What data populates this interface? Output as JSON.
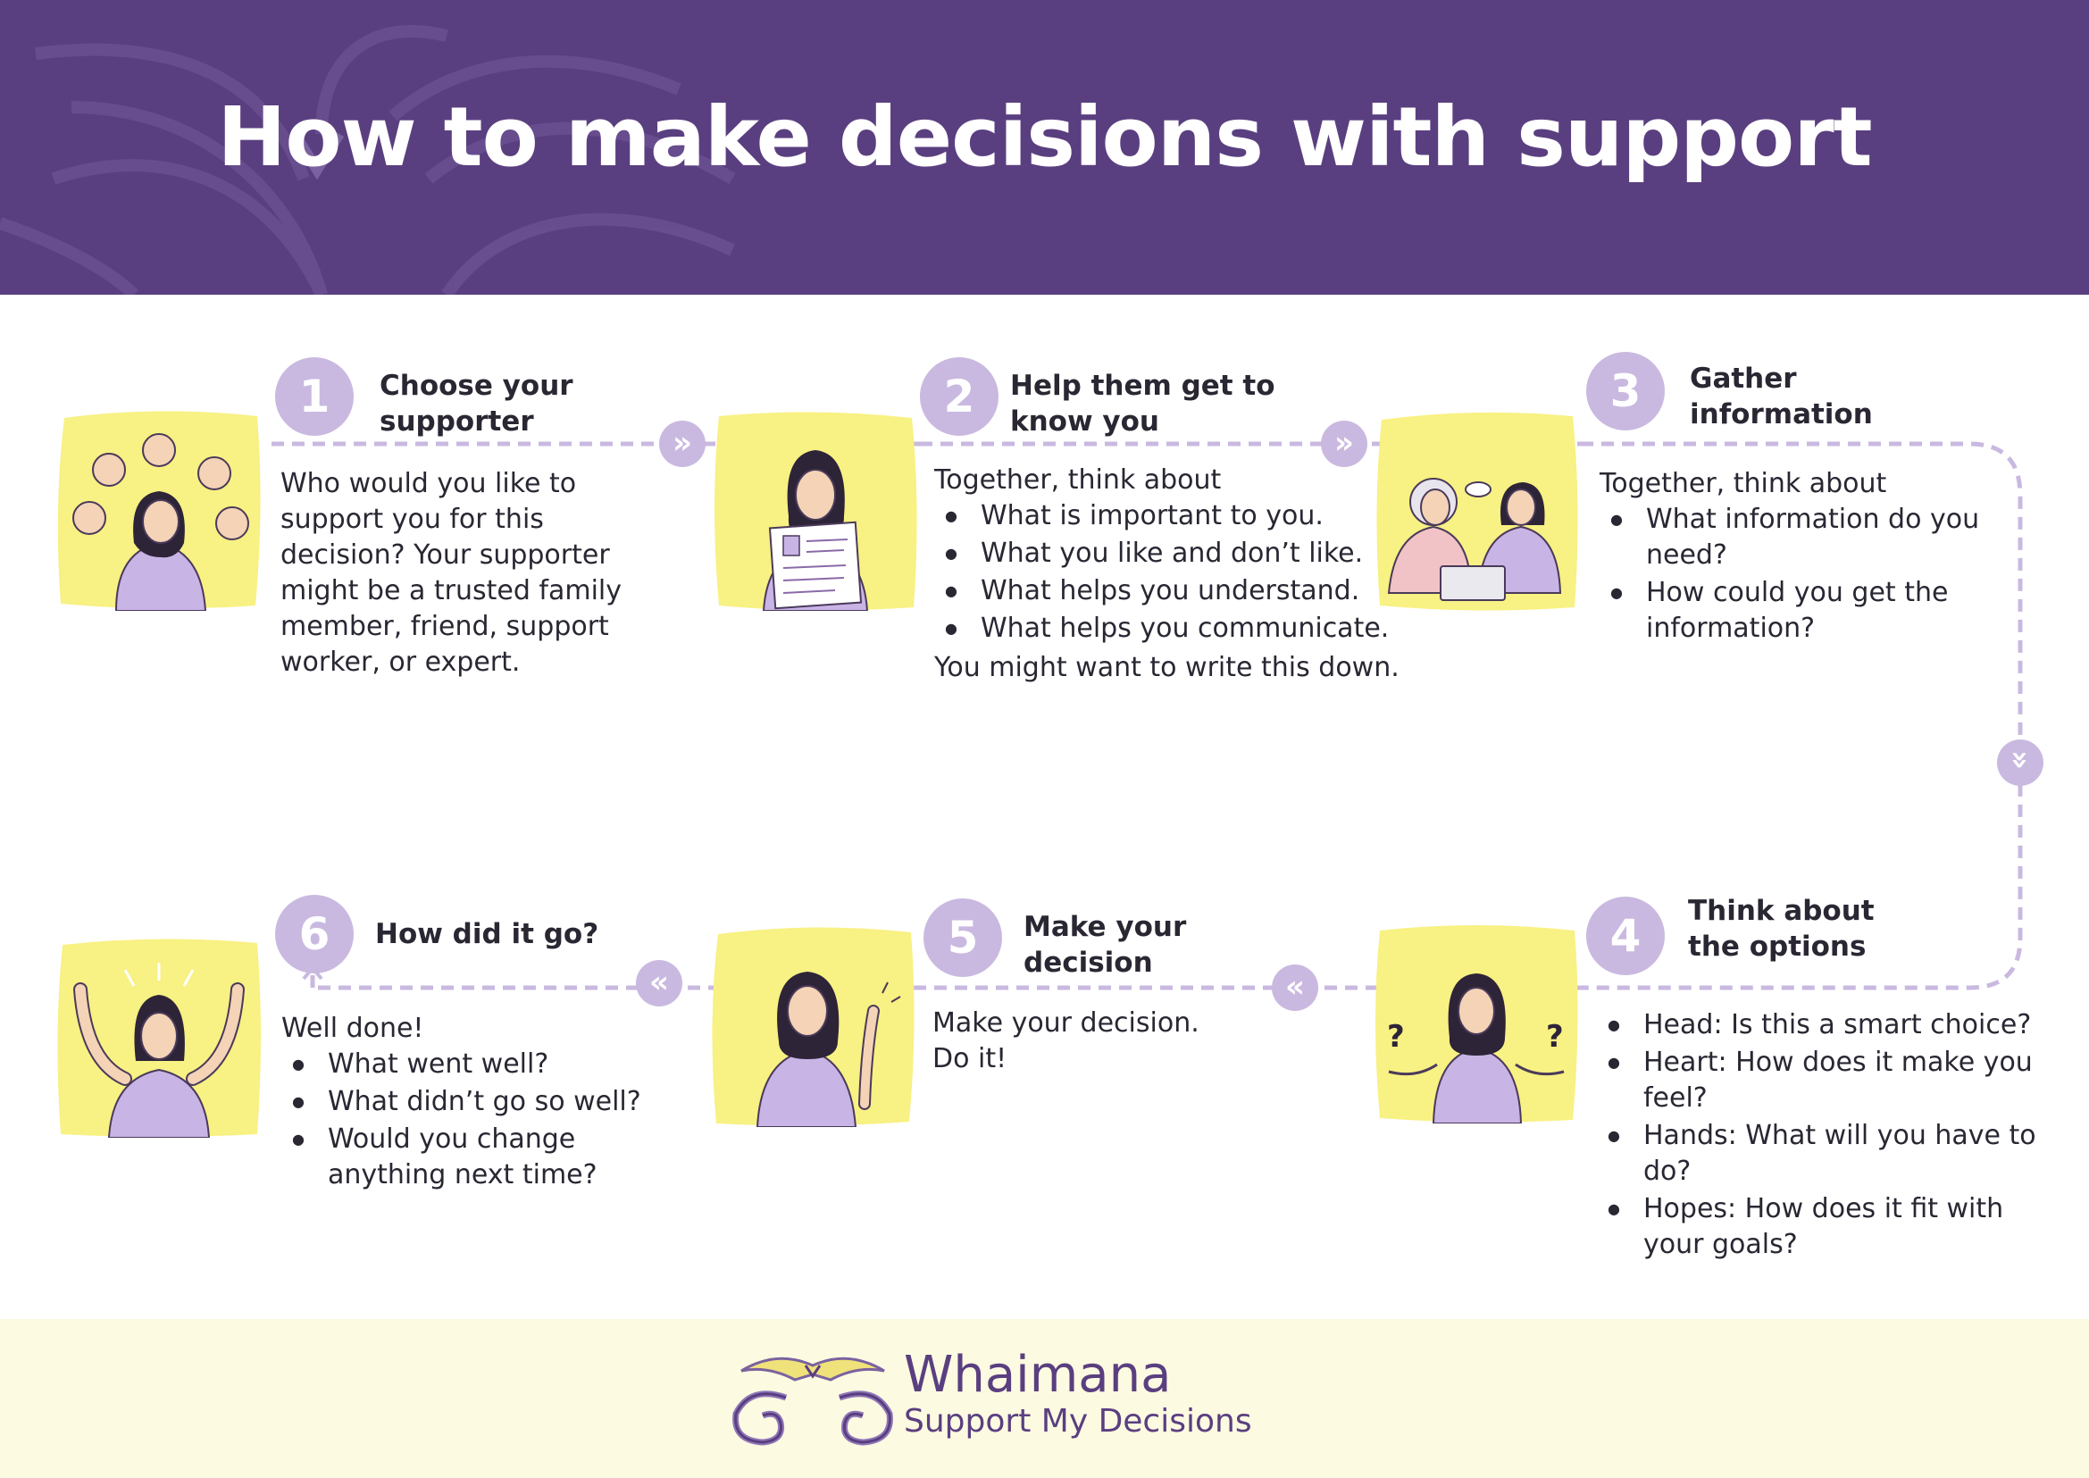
{
  "header": {
    "title": "How to make decisions with support"
  },
  "steps": [
    {
      "number": "1",
      "title": "Choose  your\nsupporter",
      "body": "Who would you like to support you for this decision? Your supporter might be a trusted family member, friend, support worker, or expert."
    },
    {
      "number": "2",
      "title": "Help them get to\nknow you",
      "intro": "Together, think about",
      "bullets": [
        "What is important to you.",
        "What you like and don’t like.",
        "What helps you understand.",
        "What helps you communicate."
      ],
      "outro": "You might want to write this down."
    },
    {
      "number": "3",
      "title": "Gather\ninformation",
      "intro": "Together, think about",
      "bullets": [
        "What information do you need?",
        "How could you get the information?"
      ]
    },
    {
      "number": "4",
      "title": "Think about\nthe options",
      "bullets": [
        "Head: Is this a smart choice?",
        "Heart: How does it make you feel?",
        "Hands: What will you have to do?",
        "Hopes: How does it fit with your goals?"
      ]
    },
    {
      "number": "5",
      "title": "Make your\ndecision",
      "lines": [
        "Make your decision.",
        "Do it!"
      ]
    },
    {
      "number": "6",
      "title": "How did it go?",
      "intro": "Well done!",
      "bullets": [
        "What went well?",
        "What didn’t go so well?",
        "Would you change anything next time?"
      ]
    }
  ],
  "footer": {
    "logo_name": "Whaimana",
    "logo_tagline": "Support My Decisions"
  },
  "colors": {
    "purple": "#5a3f80",
    "lavender": "#c9b9e0",
    "yellow": "#f8f183",
    "cream": "#fcfae1"
  },
  "icons": [
    "double-chevron-right-icon",
    "double-chevron-down-icon",
    "double-chevron-left-icon"
  ]
}
